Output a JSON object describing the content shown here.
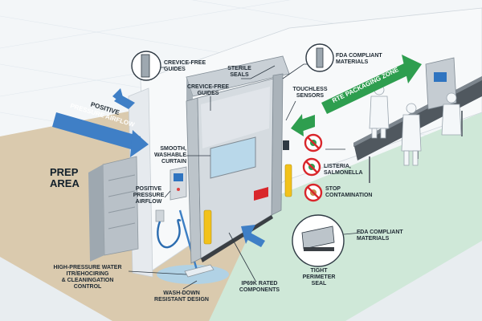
{
  "zones": {
    "prep_area": "PREP\nAREA",
    "rte_zone": "RTE PACKAGING ZONE",
    "positive": "POSITIVE",
    "pressure_airflow": "PRESSURE AIRFLOW"
  },
  "labels": {
    "crevice_free_guides_top": "CREVICE-FREE\nGUIDES",
    "sterile_seals": "STERILE\nSEALS",
    "crevice_free_guides_mid": "CREVICE-FREE\nGUIDES",
    "fda_top": "FDA COMPLIANT\nMATERIALS",
    "touchless_sensors": "TOUCHLESS\nSENSORS",
    "smooth_curtain": "SMOOTH,\nWASHABLE\nCURTAIN",
    "positive_pressure": "POSITIVE\nPRESSURE\nAIRFLOW",
    "listeria": "LISTERIA,\nSALMONELLA",
    "stop_contamination": "STOP\nCONTAMINATION",
    "fda_bottom": "FDA COMPLIANT\nMATERIALS",
    "tight_seal": "TIGHT\nPERIMETER\nSEAL",
    "high_pressure": "HIGH-PRESSURE WATER\nITR/EHOCIRING\n& CLEANINGATION\nCONTROL",
    "wash_down": "WASH-DOWN\nRESISTANT DESIGN",
    "ip69k": "IP69K RATED\nCOMPONENTS"
  },
  "colors": {
    "floor_prep": "#d7c7ac",
    "floor_rte": "#cfe8d8",
    "door_frame": "#bfc6cc",
    "green_arrow": "#2e9e4f",
    "blue_arrow": "#3f7fc6",
    "bollard": "#f2c21b",
    "no_sign": "#d9262b"
  },
  "icons": [
    "no-bacteria-icon",
    "no-bacteria-icon",
    "no-contamination-icon",
    "warning-sign-icon"
  ]
}
